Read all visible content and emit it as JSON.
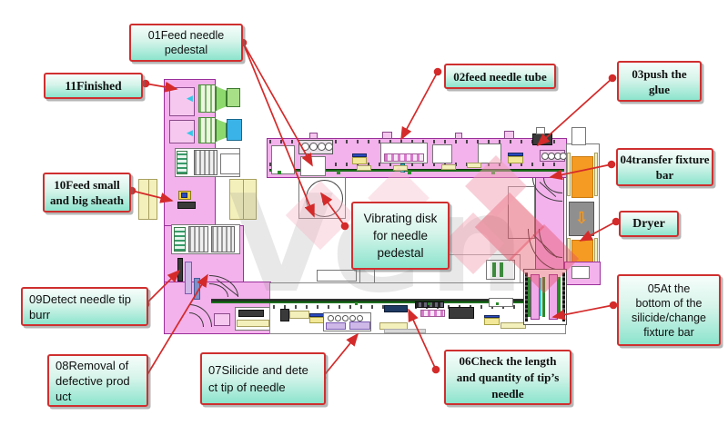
{
  "callouts": {
    "c01": {
      "lines": [
        "01Feed needle",
        "pedestal"
      ]
    },
    "c02": {
      "lines": [
        "02feed needle tube"
      ]
    },
    "c03": {
      "lines": [
        "03push the",
        "glue"
      ]
    },
    "c04": {
      "lines": [
        "04transfer fixture",
        "bar"
      ]
    },
    "dryer": {
      "lines": [
        "Dryer"
      ]
    },
    "c05": {
      "lines": [
        "05At the",
        "bottom of the",
        "silicide/change",
        "fixture bar"
      ]
    },
    "c06": {
      "lines": [
        "06Check the length",
        "and quantity of tip’s",
        "needle"
      ]
    },
    "c07": {
      "lines": [
        "07Silicide and dete",
        "ct tip of needle"
      ]
    },
    "c08": {
      "lines": [
        "08Removal of",
        "defective prod",
        "uct"
      ]
    },
    "c09": {
      "lines": [
        "09Detect needle tip",
        "burr"
      ]
    },
    "c10": {
      "lines": [
        "10Feed small",
        "and big sheath"
      ]
    },
    "c11": {
      "lines": [
        "11Finished"
      ]
    },
    "vib": {
      "lines": [
        "Vibrating disk",
        "for needle",
        "pedestal"
      ]
    }
  },
  "watermark": {
    "text": "Ven"
  },
  "icons": {
    "down_arrow": "⇩",
    "left_arrow": "◀"
  },
  "colors": {
    "accent_red": "#d42a2a",
    "label_border": "#cf2f2f",
    "label_fill_top": "#f6fdfb",
    "label_fill_bottom": "#8ce4cd",
    "machine_pink": "#f3b2ec",
    "machine_border": "#9a2f9a",
    "conveyor_green": "#1d6b1d",
    "dryer_orange": "#f59a22",
    "highlight_blue": "#3ab4e8",
    "panel_yellow": "#f4f0bc",
    "navy": "#1e3a63",
    "lavender": "#cdb8e8"
  }
}
